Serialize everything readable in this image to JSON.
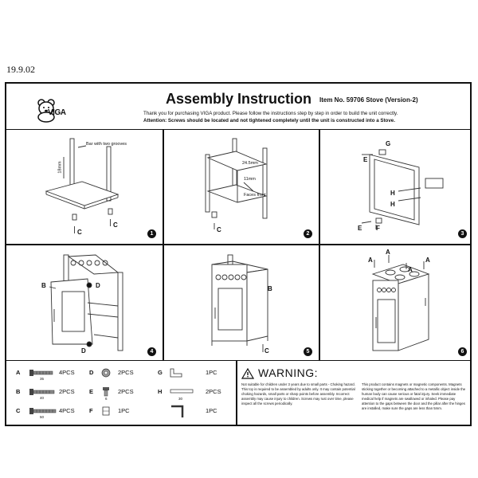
{
  "doc_date": "19.9.02",
  "header": {
    "logo_text": "VIGA",
    "title": "Assembly Instruction",
    "item_no": "Item No. 59706  Stove  (Version-2)",
    "intro": "Thank you for purchasing VIGA product. Please follow the instructions step by step in order to build the unit correctly.",
    "attention": "Attention: Screws should be located and not tightened completely until the unit is constructed into a Stove."
  },
  "steps": [
    {
      "num": "1",
      "callouts": {
        "bar": "Bar with two grooves",
        "dim": "18mm",
        "c1": "C",
        "c2": "C"
      }
    },
    {
      "num": "2",
      "callouts": {
        "dim1": "24.5mm",
        "dim2": "11mm",
        "faces": "Faces front",
        "c": "C"
      }
    },
    {
      "num": "3",
      "callouts": {
        "g": "G",
        "e1": "E",
        "h1": "H",
        "h2": "H",
        "e2": "E",
        "f": "F"
      }
    },
    {
      "num": "4",
      "callouts": {
        "b": "B",
        "d1": "D",
        "d2": "D"
      }
    },
    {
      "num": "5",
      "callouts": {
        "b": "B",
        "c": "C"
      }
    },
    {
      "num": "6",
      "callouts": {
        "a1": "A",
        "a2": "A",
        "a3": "A",
        "a4": "A"
      }
    }
  ],
  "parts": [
    {
      "letter": "A",
      "qty": "4PCS",
      "dim": "35",
      "icon": "long-screw-icon"
    },
    {
      "letter": "B",
      "qty": "2PCS",
      "dim": "40",
      "icon": "long-screw-icon"
    },
    {
      "letter": "C",
      "qty": "4PCS",
      "dim": "50",
      "icon": "long-screw-icon"
    },
    {
      "letter": "D",
      "qty": "2PCS",
      "dim": "",
      "icon": "washer-icon"
    },
    {
      "letter": "E",
      "qty": "2PCS",
      "dim": "6",
      "icon": "small-screw-icon"
    },
    {
      "letter": "F",
      "qty": "1PC",
      "dim": "",
      "icon": "magnet-icon"
    },
    {
      "letter": "G",
      "qty": "1PC",
      "dim": "",
      "icon": "bracket-icon"
    },
    {
      "letter": "H",
      "qty": "2PCS",
      "dim": "30",
      "icon": "dowel-icon"
    },
    {
      "letter": "",
      "qty": "1PC",
      "dim": "",
      "icon": "allen-key-icon"
    }
  ],
  "warning": {
    "title": "WARNING:",
    "left": "Not suitable for children under 3 years due to small parts - Choking hazard. This toy is required to be assembled by adults only. It may contain potential choking hazards, small parts or sharp points before assembly. Incorrect assembly may cause injury to children. Screws may rust over time, please inspect all the screws periodically.",
    "right": "This product contains magnets or magnetic components. Magnets sticking together or becoming attached to a metallic object inside the human body can cause serious or fatal injury. Seek immediate medical help if magnets are swallowed or inhaled. Please pay attention to the gaps between the door and the pillar after the hinges are installed, make sure the gaps are less than 5mm."
  }
}
